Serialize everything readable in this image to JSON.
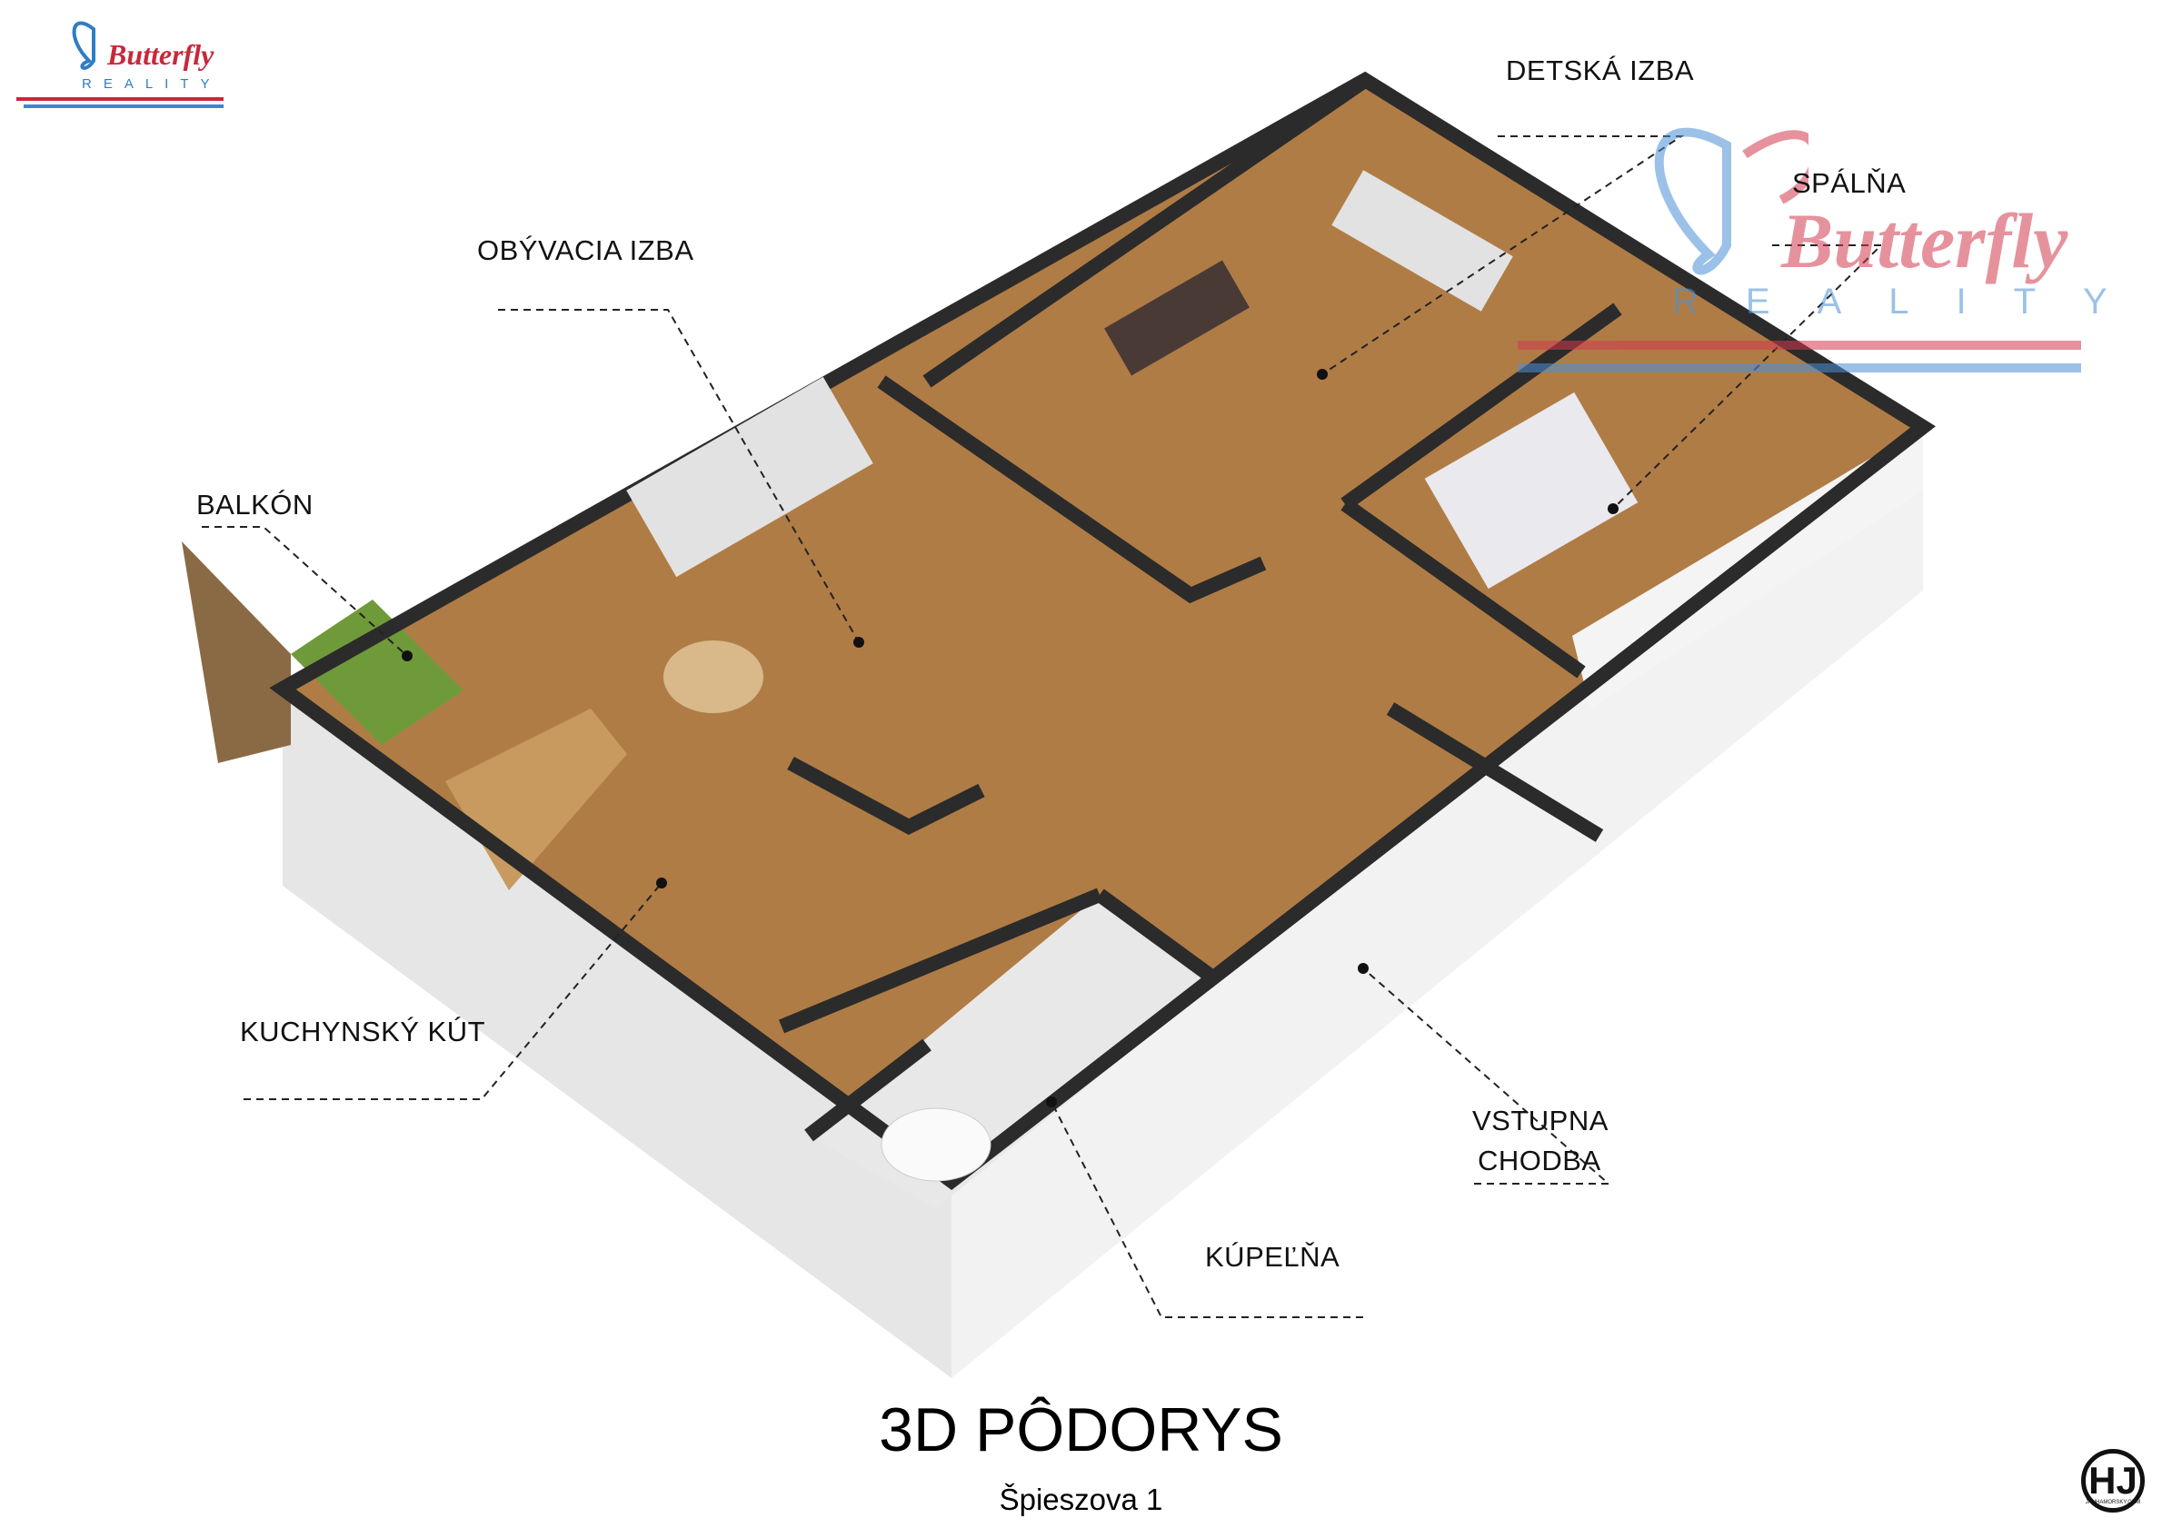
{
  "logo": {
    "brand": "Butterfly",
    "sub": "REALITY"
  },
  "watermark": {
    "brand": "Butterfly",
    "sub": "REALITY"
  },
  "rooms": {
    "detska_izba": "DETSKÁ IZBA",
    "spalna": "SPÁLŇA",
    "obyvacia_izba": "OBÝVACIA IZBA",
    "balkon": "BALKÓN",
    "kuchynsky_kut": "KUCHYNSKÝ KÚT",
    "vstupna_chodba_1": "VSTUPNA",
    "vstupna_chodba_2": "CHODBA",
    "kupelna": "KÚPEĽŇA"
  },
  "title": "3D PÔDORYS",
  "address": "Špieszova 1",
  "corner_logo": {
    "text": "HJ",
    "url_text": "JANHAMORSKY.COM"
  },
  "colors": {
    "floor": "#b07c45",
    "wall_top": "#2b2b2b",
    "wall_face": "#ececec",
    "grass": "#6f9a3a"
  }
}
